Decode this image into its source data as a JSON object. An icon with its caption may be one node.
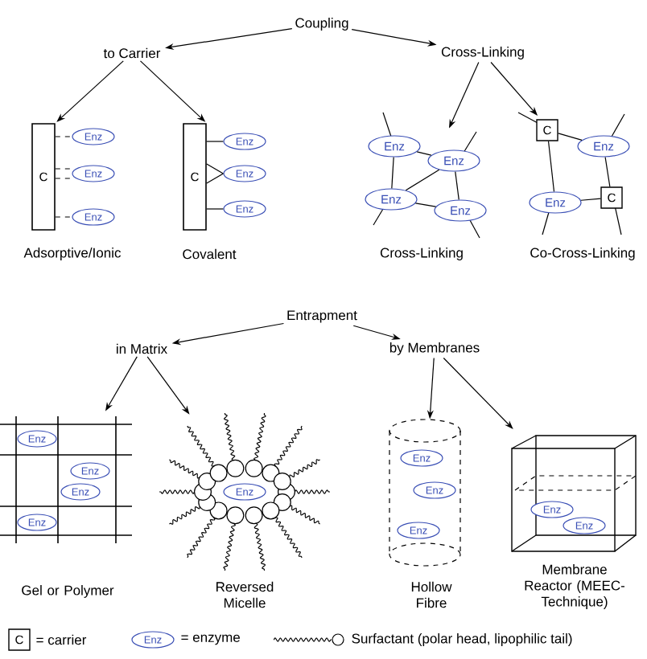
{
  "diagram": {
    "nodes": [
      {
        "text": [
          "Coupling"
        ]
      },
      {
        "text": [
          "to Carrier"
        ]
      },
      {
        "text": [
          "Cross-Linking"
        ]
      },
      {
        "text": [
          "C"
        ],
        "beside": [
          "Adsorptive/Ionic"
        ]
      },
      {
        "text": [
          "Enz"
        ]
      },
      {
        "text": [
          "Enz"
        ]
      },
      {
        "text": [
          "Enz"
        ]
      },
      {
        "text": [
          "C"
        ],
        "beside": [
          "Covalent"
        ]
      },
      {
        "text": [
          "Enz"
        ]
      },
      {
        "text": [
          "Enz"
        ]
      },
      {
        "text": [
          "Enz"
        ]
      },
      {
        "text": [],
        "shape": "picture",
        "beside": [
          "Cross-Linking"
        ]
      },
      {
        "text": [
          "Enz"
        ],
        "in": 11
      },
      {
        "text": [
          "Enz"
        ],
        "in": 11
      },
      {
        "text": [
          "Enz"
        ],
        "in": 11
      },
      {
        "text": [
          "Enz"
        ],
        "in": 11
      },
      {
        "text": [],
        "shape": "picture",
        "beside": [
          "Co-Cross-Linking"
        ]
      },
      {
        "text": [
          "C"
        ],
        "in": 16
      },
      {
        "text": [
          "Enz"
        ],
        "in": 16
      },
      {
        "text": [
          "Enz"
        ],
        "in": 16
      },
      {
        "text": [
          "C"
        ],
        "in": 16
      },
      {
        "text": [
          "Entrapment"
        ]
      },
      {
        "text": [
          "in Matrix"
        ]
      },
      {
        "text": [
          "by Membranes"
        ]
      },
      {
        "text": [],
        "shape": "picture",
        "beside": [
          "Gel or Polymer"
        ]
      },
      {
        "text": [
          "Enz"
        ],
        "in": 24
      },
      {
        "text": [
          "Enz"
        ],
        "in": 24
      },
      {
        "text": [
          "Enz"
        ],
        "in": 24
      },
      {
        "text": [
          "Enz"
        ],
        "in": 24
      },
      {
        "text": [],
        "shape": "picture",
        "beside": [
          "Reversed Micelle"
        ]
      },
      {
        "text": [
          "Enz"
        ],
        "in": 29
      },
      {
        "text": [],
        "shape": "picture",
        "beside": [
          "Hollow Fibre"
        ]
      },
      {
        "text": [
          "Enz"
        ],
        "in": 31
      },
      {
        "text": [
          "Enz"
        ],
        "in": 31
      },
      {
        "text": [
          "Enz"
        ],
        "in": 31
      },
      {
        "text": [],
        "shape": "picture",
        "beside": [
          "Membrane Reactor (MEEC-Technique)"
        ]
      },
      {
        "text": [
          "Enz"
        ],
        "in": 35
      },
      {
        "text": [
          "Enz"
        ],
        "in": 35
      },
      {
        "text": [
          "C"
        ]
      },
      {
        "text": [
          "Enz"
        ]
      }
    ],
    "edges": [
      {
        "from": 0,
        "to": 1,
        "arrow": "to"
      },
      {
        "from": 0,
        "to": 2,
        "arrow": "to"
      },
      {
        "from": 1,
        "to": 3,
        "arrow": "to"
      },
      {
        "from": 1,
        "to": 7,
        "arrow": "to"
      },
      {
        "from": 2,
        "to": 11,
        "arrow": "to"
      },
      {
        "from": 2,
        "to": 16,
        "arrow": "to"
      },
      {
        "from": 21,
        "to": 22,
        "arrow": "to"
      },
      {
        "from": 21,
        "to": 23,
        "arrow": "to"
      },
      {
        "from": 22,
        "to": 24,
        "arrow": "to"
      },
      {
        "from": 22,
        "to": 29,
        "arrow": "to"
      },
      {
        "from": 23,
        "to": 31,
        "arrow": "to"
      },
      {
        "from": 23,
        "to": 35,
        "arrow": "to"
      },
      {
        "from": 3,
        "to": 4,
        "arrow": "none",
        "style": "dashed"
      },
      {
        "from": 3,
        "to": 5,
        "arrow": "none",
        "style": "dashed"
      },
      {
        "from": 3,
        "to": 5,
        "arrow": "none",
        "style": "dashed"
      },
      {
        "from": 3,
        "to": 6,
        "arrow": "none",
        "style": "dashed"
      },
      {
        "from": 7,
        "to": 8,
        "arrow": "none"
      },
      {
        "from": 7,
        "to": 9,
        "arrow": "none"
      },
      {
        "from": 7,
        "to": 9,
        "arrow": "none"
      },
      {
        "from": 7,
        "to": 10,
        "arrow": "none"
      },
      {
        "from": 12,
        "to": 13,
        "arrow": "none"
      },
      {
        "from": 12,
        "to": 14,
        "arrow": "none"
      },
      {
        "from": 13,
        "to": 14,
        "arrow": "none"
      },
      {
        "from": 14,
        "to": 15,
        "arrow": "none"
      },
      {
        "from": 13,
        "to": 15,
        "arrow": "none"
      },
      {
        "from": 17,
        "to": 18,
        "arrow": "none"
      },
      {
        "from": 17,
        "to": 19,
        "arrow": "none"
      },
      {
        "from": 18,
        "to": 20,
        "arrow": "none"
      },
      {
        "from": 19,
        "to": 20,
        "arrow": "none"
      }
    ],
    "legend": [
      {
        "text": "= carrier"
      },
      {
        "text": "= enzyme"
      },
      {
        "text": "Surfactant (polar head, lipophilic tail)"
      }
    ]
  }
}
